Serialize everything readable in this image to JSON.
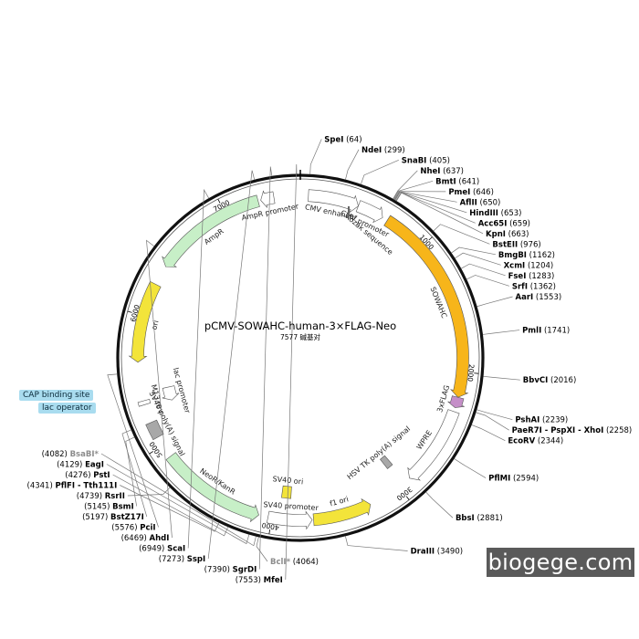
{
  "title": "pCMV-SOWAHC-human-3×FLAG-Neo",
  "subtitle": "7577 碱基对",
  "total_bp": 7577,
  "watermark": "biogege.com",
  "colors": {
    "backbone": "#111111",
    "yellow": "#f3e43a",
    "green": "#c7efc7",
    "orange": "#f7b51a",
    "white": "#ffffff",
    "purple": "#c58fc8",
    "gray": "#a8a8a8",
    "side_box": "#a9dcef"
  },
  "ticks": [
    {
      "bp": 1000,
      "label": "1000"
    },
    {
      "bp": 2000,
      "label": "2000"
    },
    {
      "bp": 3000,
      "label": "3000"
    },
    {
      "bp": 4000,
      "label": "4000"
    },
    {
      "bp": 5000,
      "label": "5000"
    },
    {
      "bp": 6000,
      "label": "6000"
    },
    {
      "bp": 7000,
      "label": "7000"
    }
  ],
  "sites": [
    {
      "name": "SpeI",
      "pos": "(64)",
      "bp": 64,
      "side": "right"
    },
    {
      "name": "NdeI",
      "pos": "(299)",
      "bp": 299,
      "side": "right"
    },
    {
      "name": "SnaBI",
      "pos": "(405)",
      "bp": 405,
      "side": "right"
    },
    {
      "name": "NheI",
      "pos": "(637)",
      "bp": 637,
      "side": "right"
    },
    {
      "name": "BmtI",
      "pos": "(641)",
      "bp": 641,
      "side": "right"
    },
    {
      "name": "PmeI",
      "pos": "(646)",
      "bp": 646,
      "side": "right"
    },
    {
      "name": "AflII",
      "pos": "(650)",
      "bp": 650,
      "side": "right"
    },
    {
      "name": "HindIII",
      "pos": "(653)",
      "bp": 653,
      "side": "right"
    },
    {
      "name": "Acc65I",
      "pos": "(659)",
      "bp": 659,
      "side": "right"
    },
    {
      "name": "KpnI",
      "pos": "(663)",
      "bp": 663,
      "side": "right"
    },
    {
      "name": "BstEII",
      "pos": "(976)",
      "bp": 976,
      "side": "right"
    },
    {
      "name": "BmgBI",
      "pos": "(1162)",
      "bp": 1162,
      "side": "right"
    },
    {
      "name": "XcmI",
      "pos": "(1204)",
      "bp": 1204,
      "side": "right"
    },
    {
      "name": "FseI",
      "pos": "(1283)",
      "bp": 1283,
      "side": "right"
    },
    {
      "name": "SrfI",
      "pos": "(1362)",
      "bp": 1362,
      "side": "right"
    },
    {
      "name": "AarI",
      "pos": "(1553)",
      "bp": 1553,
      "side": "right"
    },
    {
      "name": "PmlI",
      "pos": "(1741)",
      "bp": 1741,
      "side": "right"
    },
    {
      "name": "BbvCI",
      "pos": "(2016)",
      "bp": 2016,
      "side": "right"
    },
    {
      "name": "PshAI",
      "pos": "(2239)",
      "bp": 2239,
      "side": "right"
    },
    {
      "name": "PaeR7I - PspXI - XhoI",
      "pos": "(2258)",
      "bp": 2258,
      "side": "right"
    },
    {
      "name": "EcoRV",
      "pos": "(2344)",
      "bp": 2344,
      "side": "right"
    },
    {
      "name": "PflMI",
      "pos": "(2594)",
      "bp": 2594,
      "side": "right"
    },
    {
      "name": "BbsI",
      "pos": "(2881)",
      "bp": 2881,
      "side": "right"
    },
    {
      "name": "DraIII",
      "pos": "(3490)",
      "bp": 3490,
      "side": "right"
    },
    {
      "name": "BclI*",
      "pos": "(4064)",
      "bp": 4064,
      "side": "right",
      "dim": true
    },
    {
      "name": "BsaBI*",
      "pos": "(4082)",
      "bp": 4082,
      "side": "left",
      "dim": true
    },
    {
      "name": "EagI",
      "pos": "(4129)",
      "bp": 4129,
      "side": "left"
    },
    {
      "name": "PstI",
      "pos": "(4276)",
      "bp": 4276,
      "side": "left"
    },
    {
      "name": "PflFI - Tth111I",
      "pos": "(4341)",
      "bp": 4341,
      "side": "left"
    },
    {
      "name": "RsrII",
      "pos": "(4739)",
      "bp": 4739,
      "side": "left"
    },
    {
      "name": "BsmI",
      "pos": "(5145)",
      "bp": 5145,
      "side": "left"
    },
    {
      "name": "BstZ17I",
      "pos": "(5197)",
      "bp": 5197,
      "side": "left"
    },
    {
      "name": "PciI",
      "pos": "(5576)",
      "bp": 5576,
      "side": "left"
    },
    {
      "name": "AhdI",
      "pos": "(6469)",
      "bp": 6469,
      "side": "left"
    },
    {
      "name": "ScaI",
      "pos": "(6949)",
      "bp": 6949,
      "side": "left"
    },
    {
      "name": "SspI",
      "pos": "(7273)",
      "bp": 7273,
      "side": "left"
    },
    {
      "name": "SgrDI",
      "pos": "(7390)",
      "bp": 7390,
      "side": "left"
    },
    {
      "name": "MfeI",
      "pos": "(7553)",
      "bp": 7553,
      "side": "left"
    }
  ],
  "features": [
    {
      "name": "CMV enhancer",
      "start": 60,
      "end": 440,
      "ring": 0,
      "color": "white",
      "dir": 1
    },
    {
      "name": "CMV promoter",
      "start": 440,
      "end": 640,
      "ring": 0,
      "color": "white",
      "dir": 1
    },
    {
      "name": "SOWAHC",
      "start": 680,
      "end": 2190,
      "ring": 0,
      "color": "orange",
      "dir": 1
    },
    {
      "name": "3xFLAG",
      "start": 2190,
      "end": 2270,
      "ring": 0,
      "color": "purple",
      "dir": 1
    },
    {
      "name": "WPRE",
      "start": 2300,
      "end": 2900,
      "ring": 0,
      "color": "white",
      "dir": 1
    },
    {
      "name": "HSV TK poly(A) signal",
      "start": 2930,
      "end": 2985,
      "ring": 1,
      "color": "gray",
      "dir": 0
    },
    {
      "name": "f1 ori",
      "start": 3250,
      "end": 3690,
      "ring": 0,
      "color": "yellow",
      "dir": -1
    },
    {
      "name": "SV40 promoter",
      "start": 3700,
      "end": 4030,
      "ring": 0,
      "color": "white",
      "dir": -1
    },
    {
      "name": "SV40 ori",
      "start": 3870,
      "end": 3950,
      "ring": 1,
      "color": "yellow",
      "dir": 0
    },
    {
      "name": "NeoR/KanR",
      "start": 4100,
      "end": 4900,
      "ring": 0,
      "color": "green",
      "dir": -1
    },
    {
      "name": "SV40 poly(A) signal",
      "start": 5070,
      "end": 5190,
      "ring": 0,
      "color": "gray",
      "dir": 0
    },
    {
      "name": "M13 rev",
      "start": 5330,
      "end": 5360,
      "ring": 0,
      "color": "white",
      "dir": 0
    },
    {
      "name": "lac promoter",
      "start": 5300,
      "end": 5420,
      "ring": 1,
      "color": "white",
      "dir": -1
    },
    {
      "name": "ori",
      "start": 5650,
      "end": 6250,
      "ring": 0,
      "color": "yellow",
      "dir": -1
    },
    {
      "name": "AmpR",
      "start": 6400,
      "end": 7260,
      "ring": 0,
      "color": "green",
      "dir": -1
    },
    {
      "name": "AmpR promoter",
      "start": 7280,
      "end": 7380,
      "ring": 0,
      "color": "white",
      "dir": -1
    }
  ],
  "side_labels": {
    "cap": "CAP binding site",
    "lac_operator": "lac operator",
    "kozak": "Kozak sequence"
  }
}
